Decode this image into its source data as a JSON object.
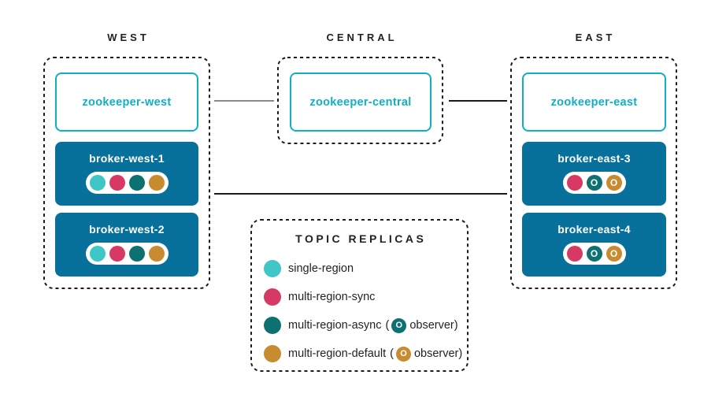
{
  "colors": {
    "single_region": "#3fc6c6",
    "multi_region_sync": "#d63a64",
    "multi_region_async": "#0e7171",
    "multi_region_default": "#c88b2f",
    "broker_fill": "#08719b",
    "zookeeper_accent": "#10afc4",
    "text_dark": "#231f20",
    "connector_gray": "#8a8a8a",
    "connector_dark": "#1a1a1a"
  },
  "diagram": {
    "regions": [
      {
        "name": "WEST",
        "zookeeper": "zookeeper-west",
        "brokers": [
          {
            "name": "broker-west-1",
            "replicas": [
              {
                "type": "single-region",
                "color": "#3fc6c6"
              },
              {
                "type": "multi-region-sync",
                "color": "#d63a64"
              },
              {
                "type": "multi-region-async",
                "color": "#0e7171"
              },
              {
                "type": "multi-region-default",
                "color": "#c88b2f"
              }
            ]
          },
          {
            "name": "broker-west-2",
            "replicas": [
              {
                "type": "single-region",
                "color": "#3fc6c6"
              },
              {
                "type": "multi-region-sync",
                "color": "#d63a64"
              },
              {
                "type": "multi-region-async",
                "color": "#0e7171"
              },
              {
                "type": "multi-region-default",
                "color": "#c88b2f"
              }
            ]
          }
        ]
      },
      {
        "name": "CENTRAL",
        "zookeeper": "zookeeper-central",
        "brokers": []
      },
      {
        "name": "EAST",
        "zookeeper": "zookeeper-east",
        "brokers": [
          {
            "name": "broker-east-3",
            "replicas": [
              {
                "type": "multi-region-sync",
                "color": "#d63a64"
              },
              {
                "type": "multi-region-async",
                "color": "#0e7171",
                "observer": true,
                "glyph": "O"
              },
              {
                "type": "multi-region-default",
                "color": "#c88b2f",
                "observer": true,
                "glyph": "O"
              }
            ]
          },
          {
            "name": "broker-east-4",
            "replicas": [
              {
                "type": "multi-region-sync",
                "color": "#d63a64"
              },
              {
                "type": "multi-region-async",
                "color": "#0e7171",
                "observer": true,
                "glyph": "O"
              },
              {
                "type": "multi-region-default",
                "color": "#c88b2f",
                "observer": true,
                "glyph": "O"
              }
            ]
          }
        ]
      }
    ],
    "legend": {
      "title": "TOPIC REPLICAS",
      "items": [
        {
          "label": "single-region",
          "swatch": {
            "color": "#3fc6c6"
          }
        },
        {
          "label": "multi-region-sync",
          "swatch": {
            "color": "#d63a64"
          }
        },
        {
          "label": "multi-region-async",
          "swatch": {
            "color": "#0e7171"
          },
          "paren_open": "(",
          "observer": {
            "color": "#0e7171",
            "glyph": "O"
          },
          "paren_close": "observer)"
        },
        {
          "label": "multi-region-default",
          "swatch": {
            "color": "#c88b2f"
          },
          "paren_open": "(",
          "observer": {
            "color": "#c88b2f",
            "glyph": "O"
          },
          "paren_close": "observer)"
        }
      ]
    }
  }
}
